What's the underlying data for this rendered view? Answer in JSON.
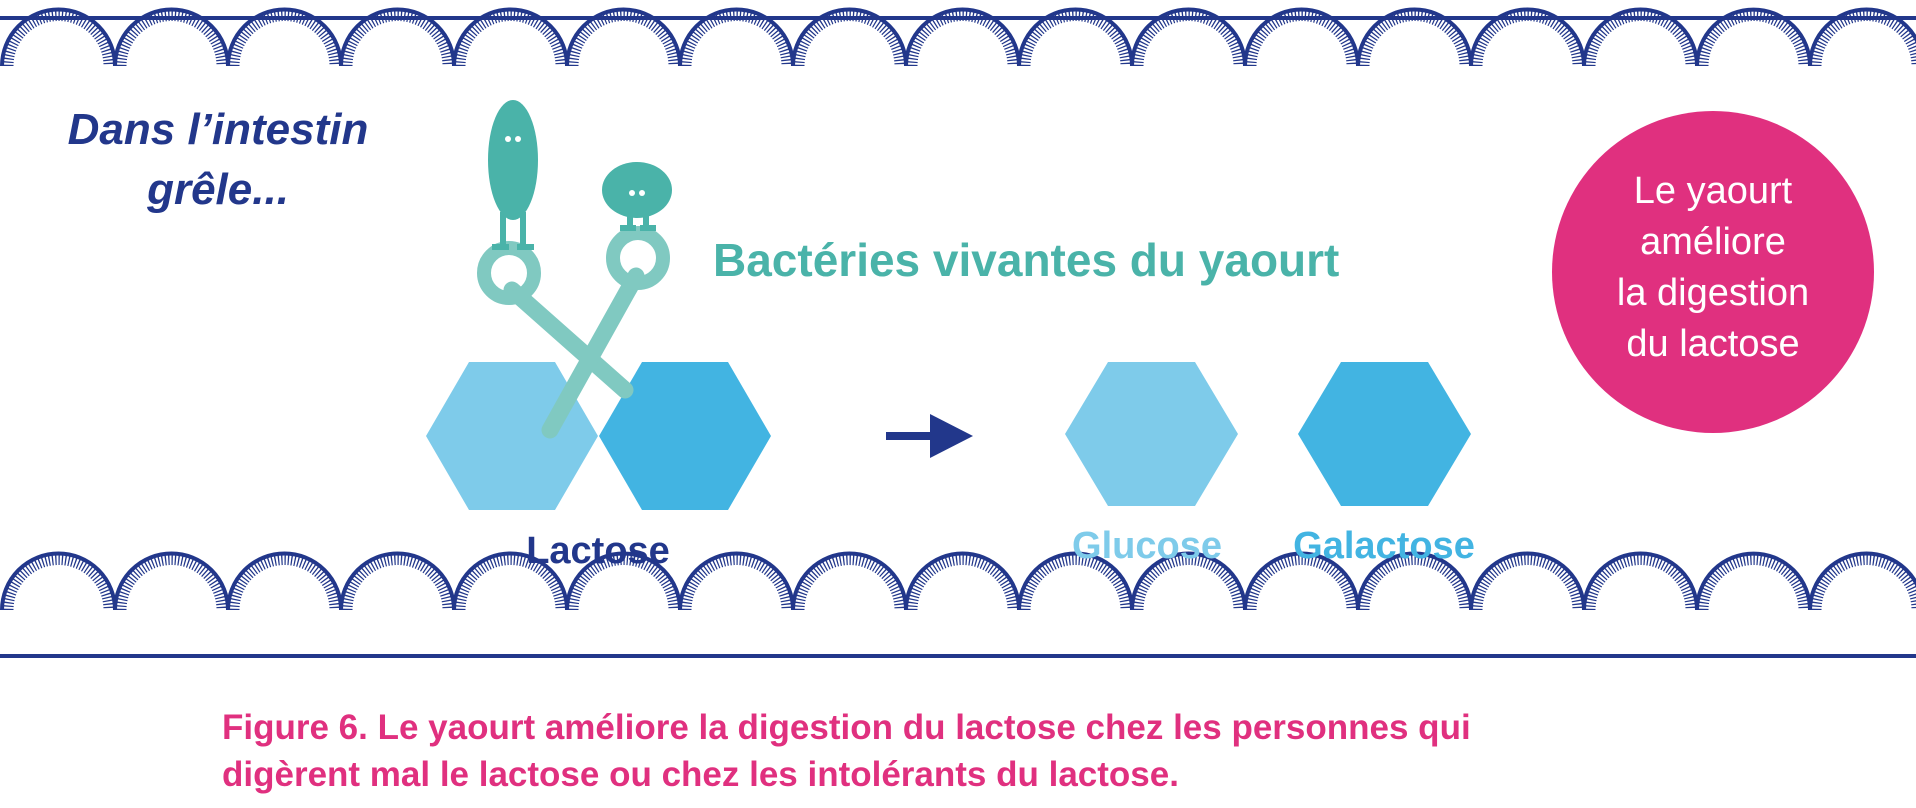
{
  "heading": {
    "line1": "Dans l’intestin",
    "line2": "grêle..."
  },
  "bacteria_label": "Bactéries vivantes du yaourt",
  "molecules": {
    "lactose": "Lactose",
    "glucose": "Glucose",
    "galactose": "Galactose"
  },
  "callout": {
    "line1": "Le yaourt",
    "line2": "améliore",
    "line3": "la digestion",
    "line4": "du lactose"
  },
  "caption": {
    "line1": "Figure 6. Le yaourt améliore la digestion du lactose chez les personnes qui",
    "line2": "digèrent mal le lactose ou chez les intolérants du lactose."
  },
  "colors": {
    "navy": "#22378b",
    "teal": "#4ab3a9",
    "teal_light": "#80c9c1",
    "hex_light": "#7ecbea",
    "hex_dark": "#42b4e2",
    "magenta": "#e0307f"
  },
  "icons": [
    "scissors-icon",
    "bacterium-icon",
    "arrow-right-icon",
    "hexagon-icon"
  ]
}
